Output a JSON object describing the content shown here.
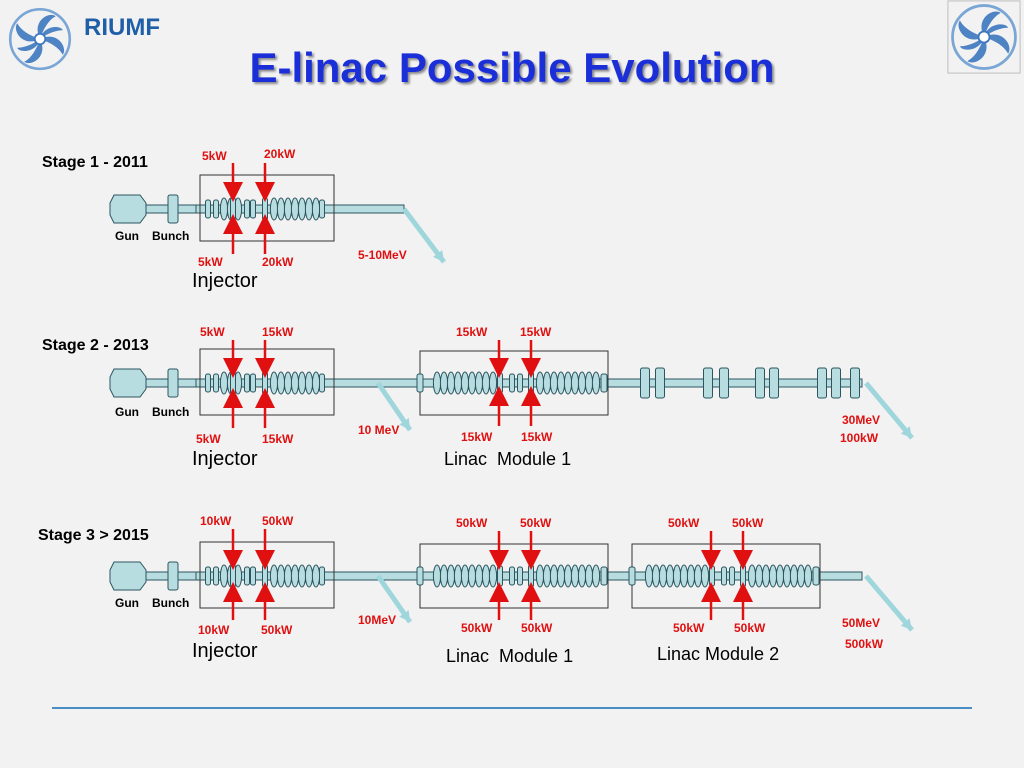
{
  "header": {
    "brand": "RIUMF",
    "title": "E-linac Possible Evolution"
  },
  "icons": {
    "logo_left": "triumf-spiral-logo",
    "logo_right": "triumf-spiral-logo"
  },
  "colors": {
    "title": "#1b2fd9",
    "brand": "#1f5fa8",
    "power_text": "#e01010",
    "beamline": "#b8dde0",
    "beamline_stroke": "#2c5560",
    "rule": "#4a8cc4"
  },
  "stage1": {
    "label": "Stage 1 - 2011",
    "top_powers": [
      "5kW",
      "20kW"
    ],
    "bottom_powers": [
      "5kW",
      "20kW"
    ],
    "gun": "Gun",
    "bunch": "Bunch",
    "injector": "Injector",
    "energy": "5-10MeV"
  },
  "stage2": {
    "label": "Stage 2 - 2013",
    "injector_top": [
      "5kW",
      "15kW"
    ],
    "injector_bottom": [
      "5kW",
      "15kW"
    ],
    "linac1_top": [
      "15kW",
      "15kW"
    ],
    "linac1_bottom": [
      "15kW",
      "15kW"
    ],
    "gun": "Gun",
    "bunch": "Bunch",
    "injector": "Injector",
    "linac1": "Linac  Module 1",
    "side_energy": "10 MeV",
    "final_energy": "30MeV",
    "final_power": "100kW"
  },
  "stage3": {
    "label": "Stage 3 > 2015",
    "injector_top": [
      "10kW",
      "50kW"
    ],
    "injector_bottom": [
      "10kW",
      "50kW"
    ],
    "linac1_top": [
      "50kW",
      "50kW"
    ],
    "linac1_bottom": [
      "50kW",
      "50kW"
    ],
    "linac2_top": [
      "50kW",
      "50kW"
    ],
    "linac2_bottom": [
      "50kW",
      "50kW"
    ],
    "gun": "Gun",
    "bunch": "Bunch",
    "injector": "Injector",
    "linac1": "Linac  Module 1",
    "linac2": "Linac Module 2",
    "side_energy": "10MeV",
    "final_energy": "50MeV",
    "final_power": "500kW"
  }
}
